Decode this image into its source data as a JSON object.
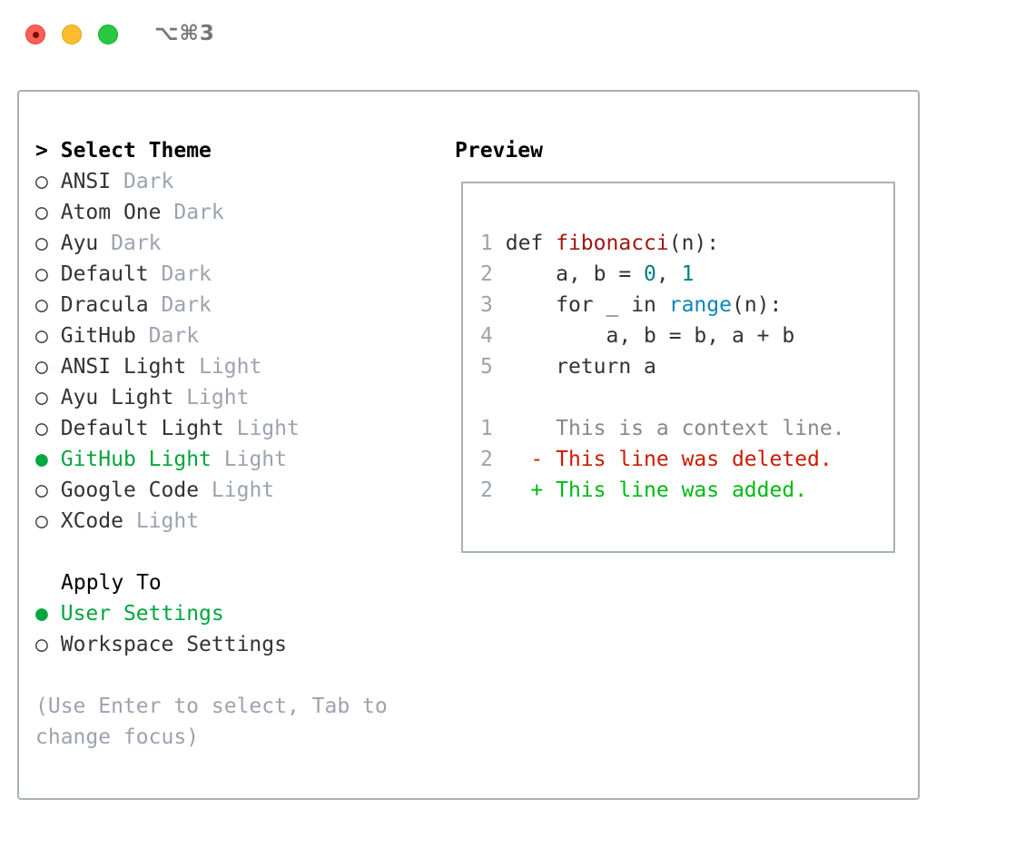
{
  "window": {
    "shortcut": "⌥⌘3"
  },
  "theme": {
    "heading_marker": ">",
    "heading": "Select Theme",
    "items": [
      {
        "name": "ANSI",
        "variant": "Dark",
        "selected": false
      },
      {
        "name": "Atom One",
        "variant": "Dark",
        "selected": false
      },
      {
        "name": "Ayu",
        "variant": "Dark",
        "selected": false
      },
      {
        "name": "Default",
        "variant": "Dark",
        "selected": false
      },
      {
        "name": "Dracula",
        "variant": "Dark",
        "selected": false
      },
      {
        "name": "GitHub",
        "variant": "Dark",
        "selected": false
      },
      {
        "name": "ANSI Light",
        "variant": "Light",
        "selected": false
      },
      {
        "name": "Ayu Light",
        "variant": "Light",
        "selected": false
      },
      {
        "name": "Default Light",
        "variant": "Light",
        "selected": false
      },
      {
        "name": "GitHub Light",
        "variant": "Light",
        "selected": true
      },
      {
        "name": "Google Code",
        "variant": "Light",
        "selected": false
      },
      {
        "name": "XCode",
        "variant": "Light",
        "selected": false
      }
    ]
  },
  "apply": {
    "heading": "Apply To",
    "items": [
      {
        "name": "User Settings",
        "selected": true
      },
      {
        "name": "Workspace Settings",
        "selected": false
      }
    ]
  },
  "hint": {
    "line1": "(Use Enter to select, Tab to",
    "line2": "change focus)"
  },
  "preview": {
    "heading": "Preview",
    "code": [
      {
        "n": "1",
        "parts": [
          [
            "def ",
            ""
          ],
          [
            "fibonacci",
            "kw-fn"
          ],
          [
            "(n):",
            ""
          ]
        ]
      },
      {
        "n": "2",
        "parts": [
          [
            "    a, b = ",
            ""
          ],
          [
            "0",
            "num"
          ],
          [
            ", ",
            ""
          ],
          [
            "1",
            "num"
          ]
        ]
      },
      {
        "n": "3",
        "parts": [
          [
            "    for _ in ",
            ""
          ],
          [
            "range",
            "bi"
          ],
          [
            "(n):",
            ""
          ]
        ]
      },
      {
        "n": "4",
        "parts": [
          [
            "        a, b = b, a + b",
            ""
          ]
        ]
      },
      {
        "n": "5",
        "parts": [
          [
            "    return a",
            ""
          ]
        ]
      }
    ],
    "diff": [
      {
        "n": "1",
        "text": "     This is a context line.",
        "type": "ctx"
      },
      {
        "n": "2",
        "text": "   - This line was deleted.",
        "type": "del"
      },
      {
        "n": "2",
        "text": "   + This line was added.",
        "type": "add"
      }
    ]
  },
  "colors": {
    "selected": "#00a63e",
    "dim": "#9ca3af",
    "deleted": "#cc1a00",
    "added": "#00b814",
    "function": "#a31515",
    "number": "#008080",
    "builtin": "#0e86b8"
  },
  "icons": {
    "selected": "●",
    "unselected": "○"
  }
}
